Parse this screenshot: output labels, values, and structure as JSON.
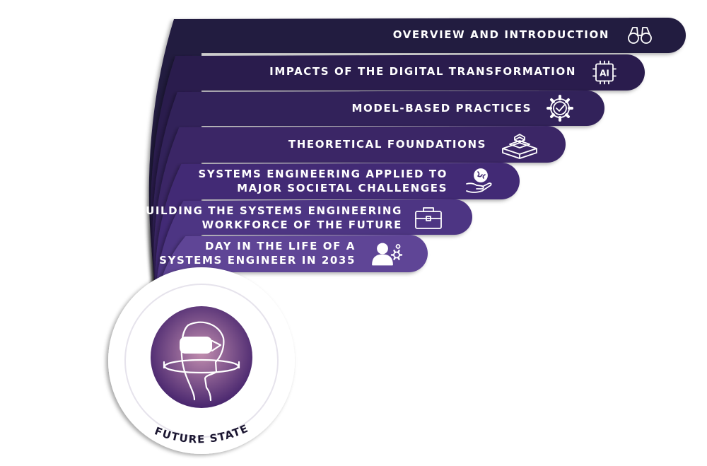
{
  "bands": [
    {
      "id": "overview",
      "lines": [
        "OVERVIEW AND INTRODUCTION"
      ],
      "icon": "binoculars-icon",
      "color": "#241a41"
    },
    {
      "id": "digital",
      "lines": [
        "IMPACTS OF THE DIGITAL TRANSFORMATION"
      ],
      "icon": "ai-chip-icon",
      "color": "#2b1e4d"
    },
    {
      "id": "model",
      "lines": [
        "MODEL-BASED PRACTICES"
      ],
      "icon": "gear-check-icon",
      "color": "#33225a"
    },
    {
      "id": "theory",
      "lines": [
        "THEORETICAL FOUNDATIONS"
      ],
      "icon": "stacked-blocks-icon",
      "color": "#3a2766"
    },
    {
      "id": "societal",
      "lines": [
        "SYSTEMS ENGINEERING APPLIED TO",
        "MAJOR SOCIETAL CHALLENGES"
      ],
      "icon": "hand-globe-icon",
      "color": "#432c74"
    },
    {
      "id": "workforce",
      "lines": [
        "BUILDING THE SYSTEMS ENGINEERING",
        "WORKFORCE OF THE FUTURE"
      ],
      "icon": "briefcase-icon",
      "color": "#4e3483"
    },
    {
      "id": "dayinlife",
      "lines": [
        "DAY IN THE LIFE OF A",
        "SYSTEMS ENGINEER IN 2035"
      ],
      "icon": "person-gear-icon",
      "color": "#5e4496"
    }
  ],
  "center": {
    "label": "FUTURE STATE",
    "icon": "vr-headset-person-icon"
  },
  "colors": {
    "accent": "#6a4aa8",
    "ring": "#ffffff",
    "orb_center": "#c38fb0",
    "orb_edge": "#3d1c68"
  }
}
